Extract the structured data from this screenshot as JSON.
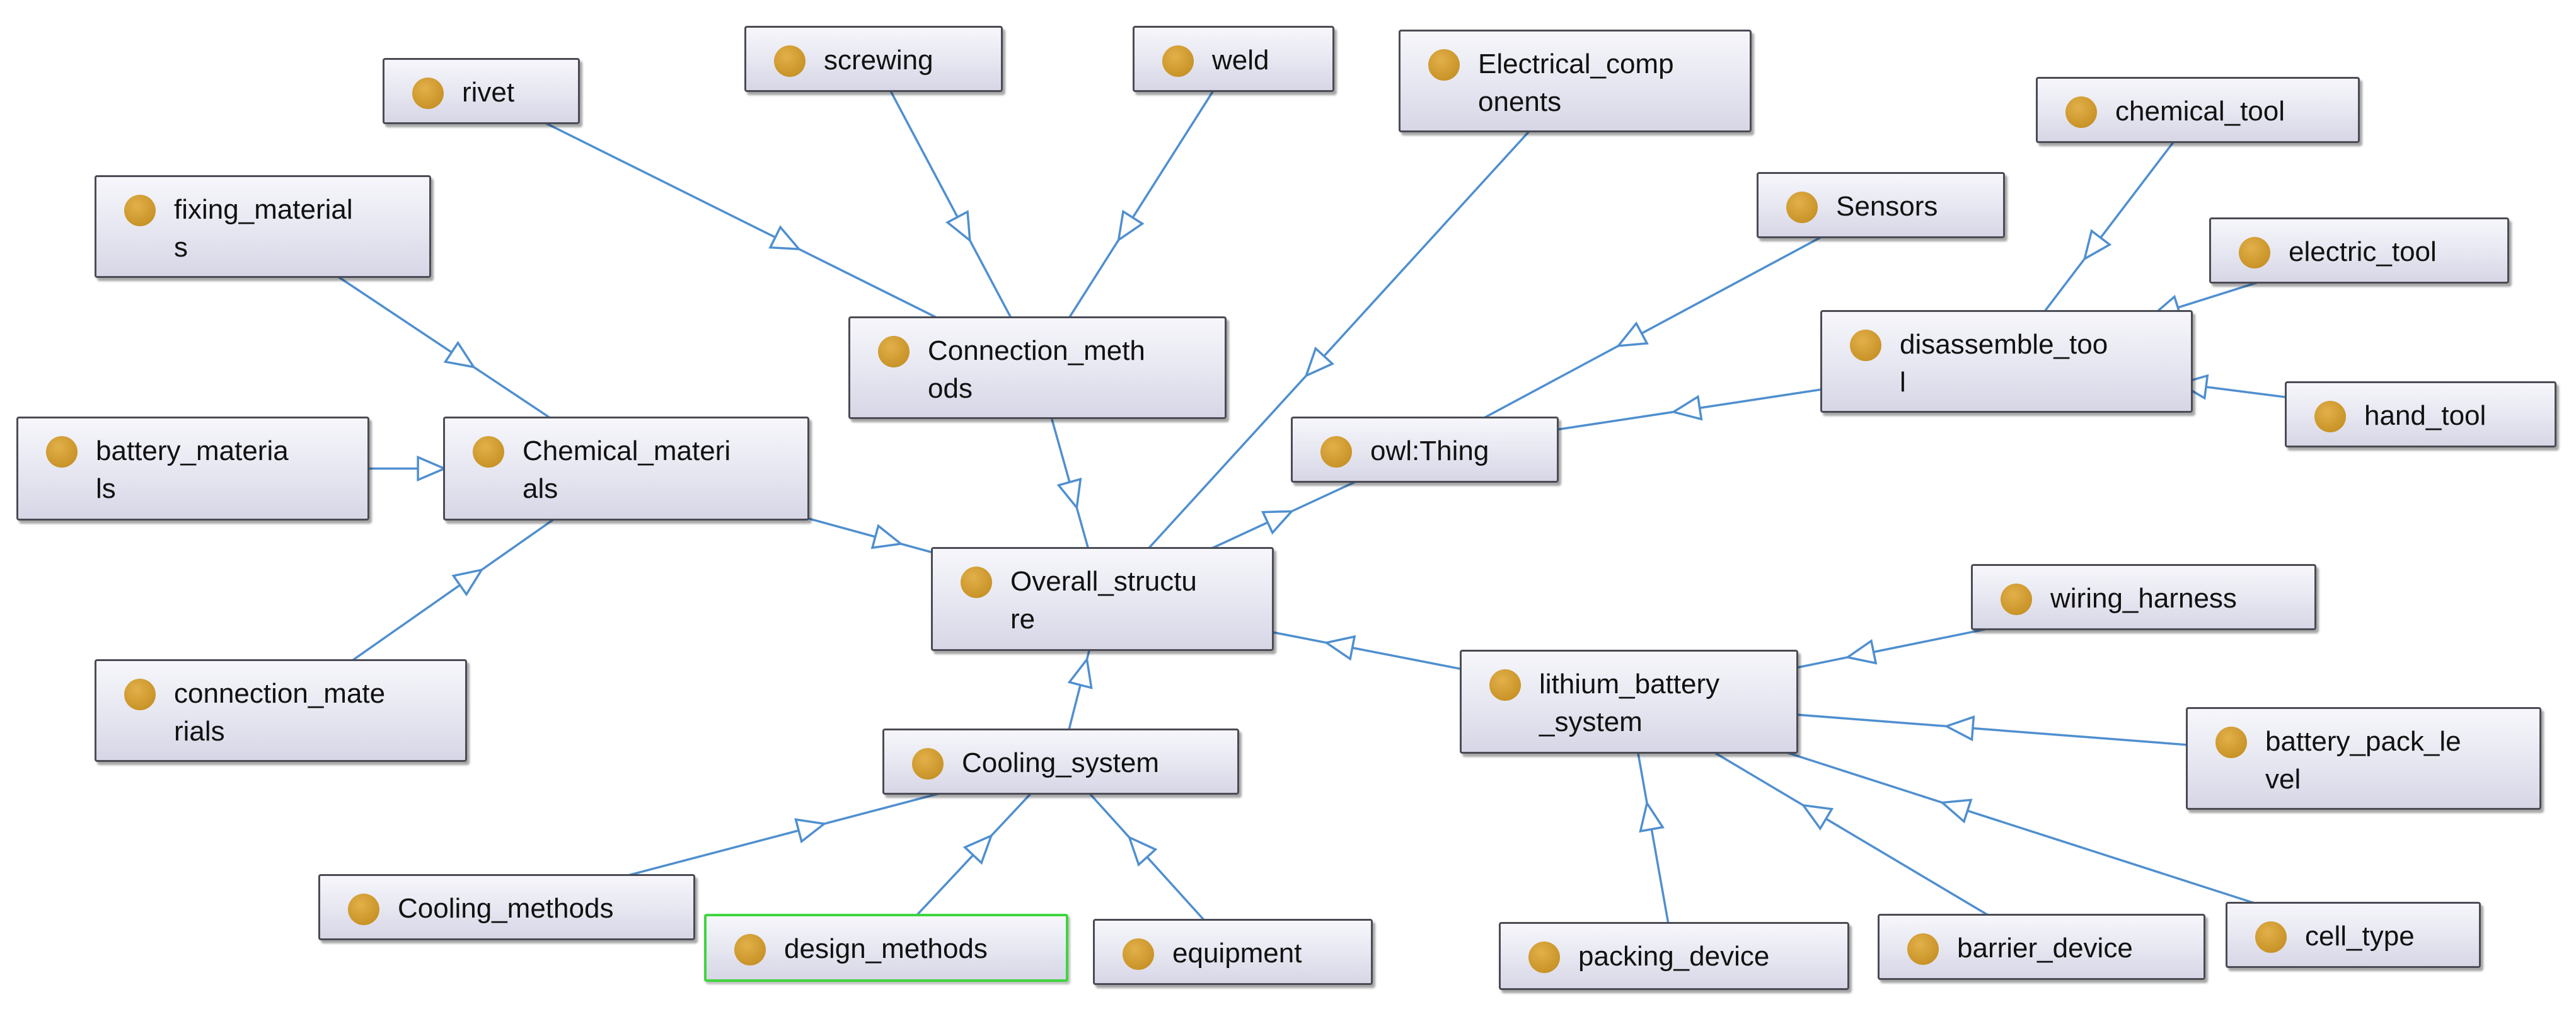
{
  "diagram": {
    "nodes": [
      {
        "id": "rivet",
        "label": "rivet",
        "type": "class"
      },
      {
        "id": "screwing",
        "label": "screwing",
        "type": "class"
      },
      {
        "id": "weld",
        "label": "weld",
        "type": "class"
      },
      {
        "id": "electrical_components",
        "label": "Electrical_comp\nonents",
        "type": "class"
      },
      {
        "id": "chemical_tool",
        "label": "chemical_tool",
        "type": "class"
      },
      {
        "id": "fixing_materials",
        "label": "fixing_material\ns",
        "type": "class"
      },
      {
        "id": "sensors",
        "label": "Sensors",
        "type": "class"
      },
      {
        "id": "electric_tool",
        "label": "electric_tool",
        "type": "class"
      },
      {
        "id": "connection_methods",
        "label": "Connection_meth\nods",
        "type": "class"
      },
      {
        "id": "disassemble_tool",
        "label": "disassemble_too\nl",
        "type": "class"
      },
      {
        "id": "hand_tool",
        "label": "hand_tool",
        "type": "class"
      },
      {
        "id": "battery_materials",
        "label": "battery_materia\nls",
        "type": "class"
      },
      {
        "id": "chemical_materials",
        "label": "Chemical_materi\nals",
        "type": "class"
      },
      {
        "id": "owl_thing",
        "label": "owl:Thing",
        "type": "class"
      },
      {
        "id": "overall_structure",
        "label": "Overall_structu\nre",
        "type": "class"
      },
      {
        "id": "wiring_harness",
        "label": "wiring_harness",
        "type": "class"
      },
      {
        "id": "connection_materials",
        "label": "connection_mate\nrials",
        "type": "class"
      },
      {
        "id": "lithium_battery_system",
        "label": "lithium_battery\n_system",
        "type": "class"
      },
      {
        "id": "battery_pack_level",
        "label": "battery_pack_le\nvel",
        "type": "class"
      },
      {
        "id": "cooling_system",
        "label": "Cooling_system",
        "type": "class"
      },
      {
        "id": "cooling_methods",
        "label": "Cooling_methods",
        "type": "class"
      },
      {
        "id": "design_methods",
        "label": "design_methods",
        "type": "class",
        "selected": true
      },
      {
        "id": "equipment",
        "label": "equipment",
        "type": "class"
      },
      {
        "id": "packing_device",
        "label": "packing_device",
        "type": "class"
      },
      {
        "id": "barrier_device",
        "label": "barrier_device",
        "type": "class"
      },
      {
        "id": "cell_type",
        "label": "cell_type",
        "type": "class"
      }
    ],
    "edges": [
      {
        "from": "rivet",
        "to": "connection_methods",
        "relation": "subClassOf"
      },
      {
        "from": "screwing",
        "to": "connection_methods",
        "relation": "subClassOf"
      },
      {
        "from": "weld",
        "to": "connection_methods",
        "relation": "subClassOf"
      },
      {
        "from": "connection_methods",
        "to": "overall_structure",
        "relation": "subClassOf"
      },
      {
        "from": "electrical_components",
        "to": "overall_structure",
        "relation": "subClassOf"
      },
      {
        "from": "fixing_materials",
        "to": "chemical_materials",
        "relation": "subClassOf"
      },
      {
        "from": "battery_materials",
        "to": "chemical_materials",
        "relation": "subClassOf"
      },
      {
        "from": "connection_materials",
        "to": "chemical_materials",
        "relation": "subClassOf"
      },
      {
        "from": "chemical_materials",
        "to": "overall_structure",
        "relation": "subClassOf"
      },
      {
        "from": "overall_structure",
        "to": "owl_thing",
        "relation": "subClassOf"
      },
      {
        "from": "sensors",
        "to": "owl_thing",
        "relation": "subClassOf"
      },
      {
        "from": "disassemble_tool",
        "to": "owl_thing",
        "relation": "subClassOf"
      },
      {
        "from": "chemical_tool",
        "to": "disassemble_tool",
        "relation": "subClassOf"
      },
      {
        "from": "electric_tool",
        "to": "disassemble_tool",
        "relation": "subClassOf"
      },
      {
        "from": "hand_tool",
        "to": "disassemble_tool",
        "relation": "subClassOf"
      },
      {
        "from": "cooling_system",
        "to": "overall_structure",
        "relation": "subClassOf"
      },
      {
        "from": "lithium_battery_system",
        "to": "overall_structure",
        "relation": "subClassOf"
      },
      {
        "from": "cooling_methods",
        "to": "cooling_system",
        "relation": "subClassOf"
      },
      {
        "from": "design_methods",
        "to": "cooling_system",
        "relation": "subClassOf"
      },
      {
        "from": "equipment",
        "to": "cooling_system",
        "relation": "subClassOf"
      },
      {
        "from": "wiring_harness",
        "to": "lithium_battery_system",
        "relation": "subClassOf"
      },
      {
        "from": "battery_pack_level",
        "to": "lithium_battery_system",
        "relation": "subClassOf"
      },
      {
        "from": "cell_type",
        "to": "lithium_battery_system",
        "relation": "subClassOf"
      },
      {
        "from": "barrier_device",
        "to": "lithium_battery_system",
        "relation": "subClassOf"
      },
      {
        "from": "packing_device",
        "to": "lithium_battery_system",
        "relation": "subClassOf"
      }
    ],
    "colors": {
      "edge": "#4f8fcf",
      "node_dot": "#cc9a2e",
      "node_border": "#4b4b55",
      "selected_border": "#3fd53f"
    }
  }
}
